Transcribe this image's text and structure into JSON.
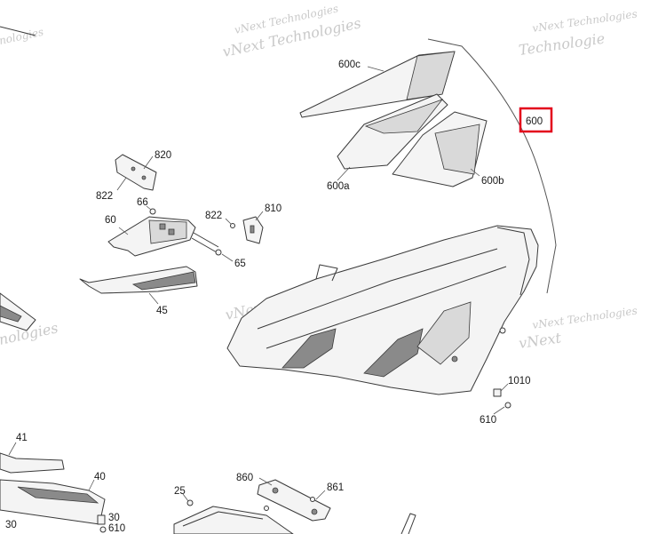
{
  "watermark": {
    "company": "vNext Technologies",
    "fragment_top_left": "nologies",
    "fragment_top_right": "vNext",
    "fragment_top_right_2": "Technologie",
    "fragment_mid_left": "nologies",
    "fragment_mid_right_1": "vNext",
    "fragment_mid_right_2": "vNext Technologies",
    "fragment_mid_center": "vNext"
  },
  "highlight_color": "#e3001b",
  "callouts": {
    "c600": "600",
    "c600a": "600a",
    "c600b": "600b",
    "c600c": "600c",
    "c820": "820",
    "c822a": "822",
    "c822b": "822",
    "c810": "810",
    "c66": "66",
    "c60": "60",
    "c65": "65",
    "c45": "45",
    "c1010": "1010",
    "c610a": "610",
    "c41": "41",
    "c40": "40",
    "c30a": "30",
    "c30b": "30",
    "c610b": "610",
    "c25": "25",
    "c860": "860",
    "c861": "861"
  }
}
